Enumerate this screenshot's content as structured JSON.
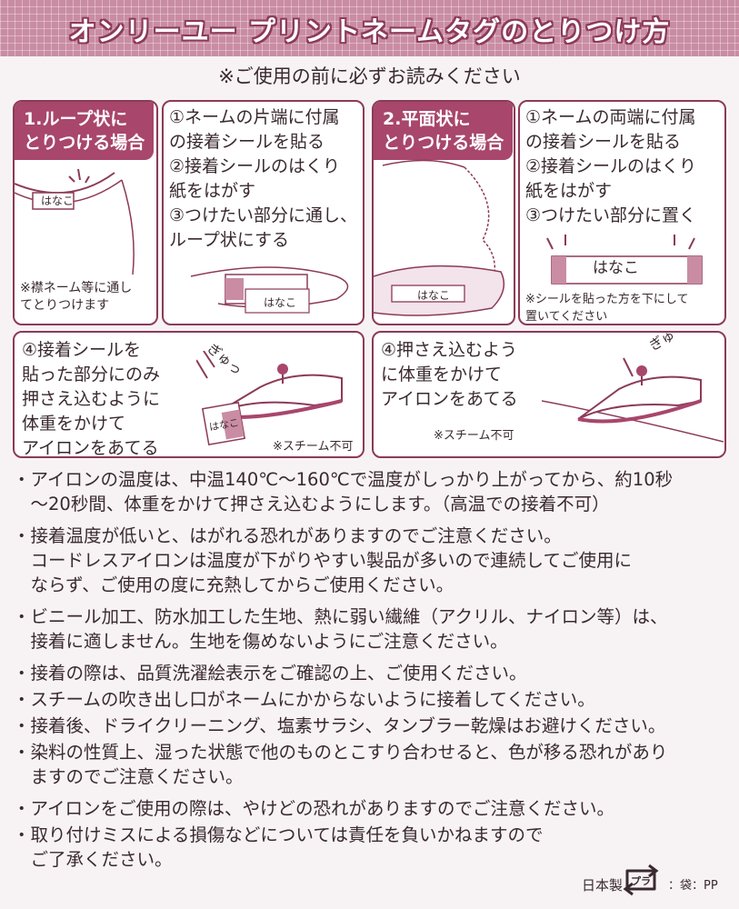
{
  "header": {
    "title": "オンリーユー プリントネームタグのとりつけ方"
  },
  "notice": "※ご使用の前に必ずお読みください",
  "loop_section": {
    "title_line1": "1.ループ状に",
    "title_line2": "とりつける場合",
    "tag_text": "はなこ",
    "tag_text_2": "はなこ",
    "note_line1": "※襟ネーム等に通し",
    "note_line2": "てとりつけます",
    "steps": [
      {
        "line1": "①ネームの片端に付属",
        "line2": "の接着シールを貼る"
      },
      {
        "line1": "②接着シールのはくり",
        "line2": "紙をはがす"
      },
      {
        "line1": "③つけたい部分に通し、",
        "line2": "ループ状にする"
      }
    ]
  },
  "flat_section": {
    "title_line1": "2.平面状に",
    "title_line2": "とりつける場合",
    "tag_text": "はなこ",
    "tag_text_2": "はなこ",
    "note_line1": "※シールを貼った方を下にして",
    "note_line2": "置いてください",
    "steps": [
      {
        "line1": "①ネームの両端に付属",
        "line2": "の接着シールを貼る"
      },
      {
        "line1": "②接着シールのはくり",
        "line2": "紙をはがす"
      },
      {
        "line1": "③つけたい部分に置く",
        "line2": ""
      }
    ]
  },
  "iron_loop": {
    "lines": [
      "④接着シールを",
      "貼った部分にのみ",
      "押さえ込むように",
      "体重をかけて",
      "アイロンをあてる"
    ],
    "sound": "ぎゅっ",
    "tag_text": "はなこ",
    "note": "※スチーム不可"
  },
  "iron_flat": {
    "lines": [
      "④押さえ込むよう",
      "に体重をかけて",
      "アイロンをあてる"
    ],
    "sound": "ぎゅー",
    "note": "※スチーム不可"
  },
  "bullets": [
    {
      "line1": "・アイロンの温度は、中温140℃～160℃で温度がしっかり上がってから、約10秒",
      "line2": "　～20秒間、体重をかけて押さえ込むようにします。（高温での接着不可）",
      "line3": ""
    },
    {
      "line1": "・接着温度が低いと、はがれる恐れがありますのでご注意ください。",
      "line2": "　コードレスアイロンは温度が下がりやすい製品が多いので連続してご使用に",
      "line3": "　ならず、ご使用の度に充熱してからご使用ください。"
    },
    {
      "line1": "・ビニール加工、防水加工した生地、熱に弱い繊維（アクリル、ナイロン等）は、",
      "line2": "　接着に適しません。生地を傷めないようにご注意ください。",
      "line3": ""
    },
    {
      "line1": "・接着の際は、品質洗濯絵表示をご確認の上、ご使用ください。",
      "line2": "",
      "line3": ""
    },
    {
      "line1": "・スチームの吹き出し口がネームにかからないように接着してください。",
      "line2": "",
      "line3": ""
    },
    {
      "line1": "・接着後、ドライクリーニング、塩素サラシ、タンブラー乾燥はお避けください。",
      "line2": "",
      "line3": ""
    },
    {
      "line1": "・染料の性質上、湿った状態で他のものとこすり合わせると、色が移る恐れがあり",
      "line2": "　ますのでご注意ください。",
      "line3": ""
    },
    {
      "line1": "・アイロンをご使用の際は、やけどの恐れがありますのでご注意ください。",
      "line2": "",
      "line3": ""
    },
    {
      "line1": "・取り付けミスによる損傷などについては責任を負いかねますので",
      "line2": "　ご了承ください。",
      "line3": ""
    }
  ],
  "footer": {
    "made_in": "日本製",
    "recycle_mark": "プラ",
    "bag_material": "：袋：PP"
  },
  "colors": {
    "accent": "#a8466b",
    "border": "#8c3a58",
    "header_bg": "#c98ca3"
  }
}
